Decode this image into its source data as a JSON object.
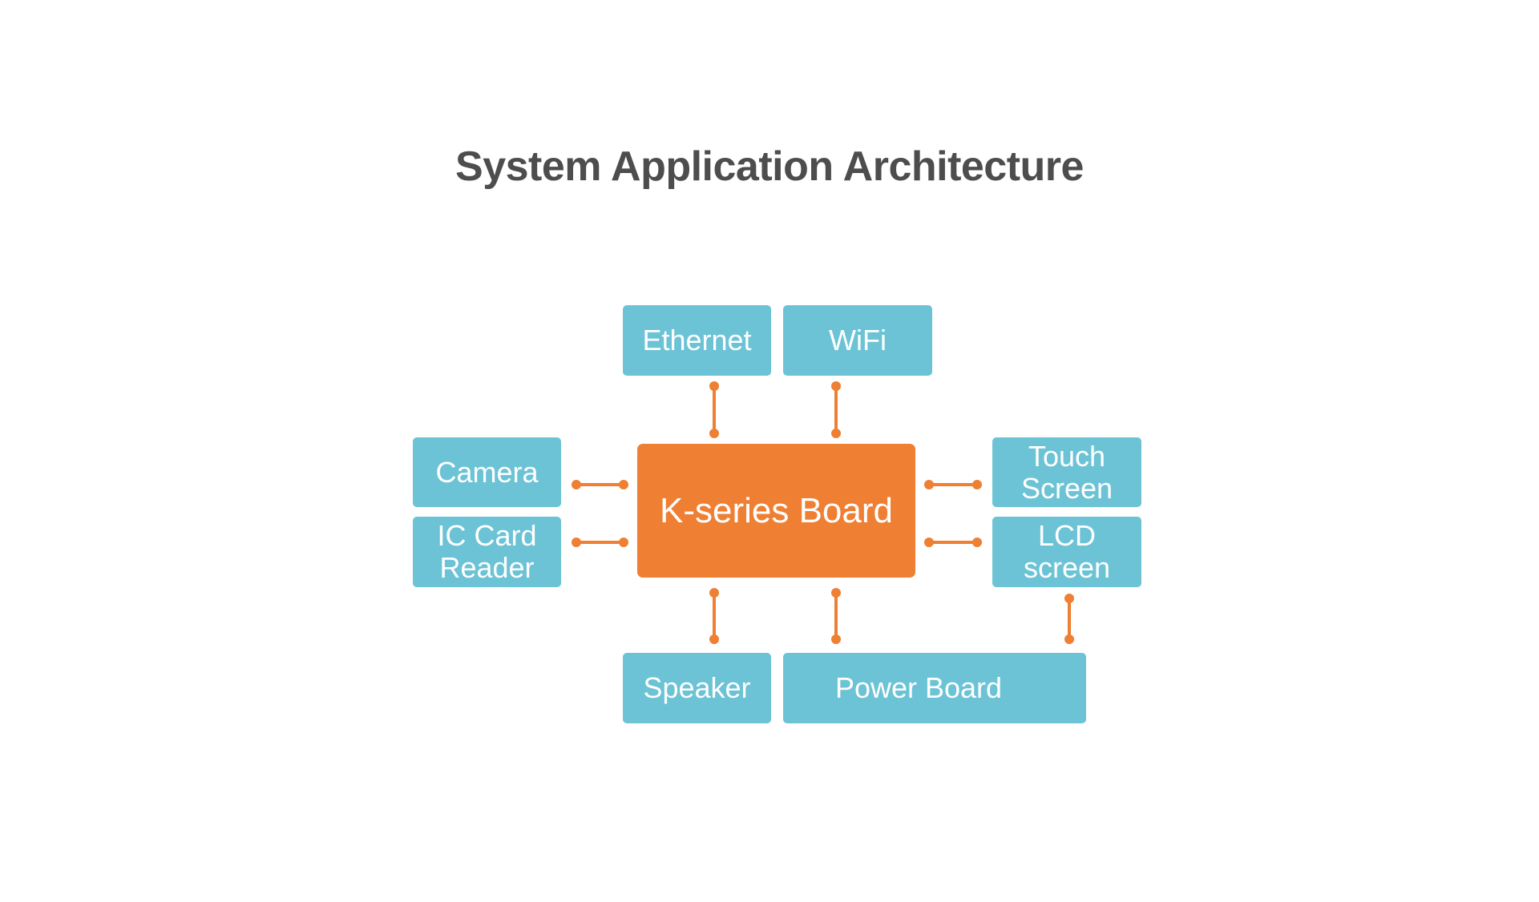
{
  "title": "System Application Architecture",
  "colors": {
    "component": "#6cc3d5",
    "core": "#ee7f33",
    "connector": "#ee7f33",
    "title": "#4d4d4d"
  },
  "nodes": {
    "ethernet": "Ethernet",
    "wifi": "WiFi",
    "camera": "Camera",
    "ic_card_reader": "IC Card\nReader",
    "core": "K-series Board",
    "touch_screen": "Touch\nScreen",
    "lcd_screen": "LCD\nscreen",
    "speaker": "Speaker",
    "power_board": "Power Board"
  },
  "connections": [
    {
      "from": "ethernet",
      "to": "core"
    },
    {
      "from": "wifi",
      "to": "core"
    },
    {
      "from": "camera",
      "to": "core"
    },
    {
      "from": "ic_card_reader",
      "to": "core"
    },
    {
      "from": "touch_screen",
      "to": "core"
    },
    {
      "from": "lcd_screen",
      "to": "core"
    },
    {
      "from": "speaker",
      "to": "core"
    },
    {
      "from": "power_board",
      "to": "core"
    },
    {
      "from": "lcd_screen",
      "to": "power_board"
    }
  ]
}
